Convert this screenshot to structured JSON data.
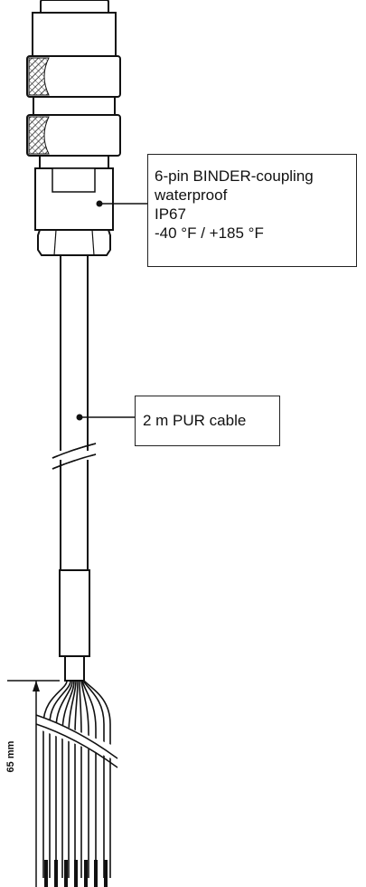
{
  "connector_callout": {
    "lines": [
      "6-pin BINDER-coupling",
      "waterproof",
      "IP67",
      "-40 °F /  +185 °F"
    ]
  },
  "cable_callout": {
    "label": "2 m PUR cable"
  },
  "dimension": {
    "label": "65 mm"
  }
}
